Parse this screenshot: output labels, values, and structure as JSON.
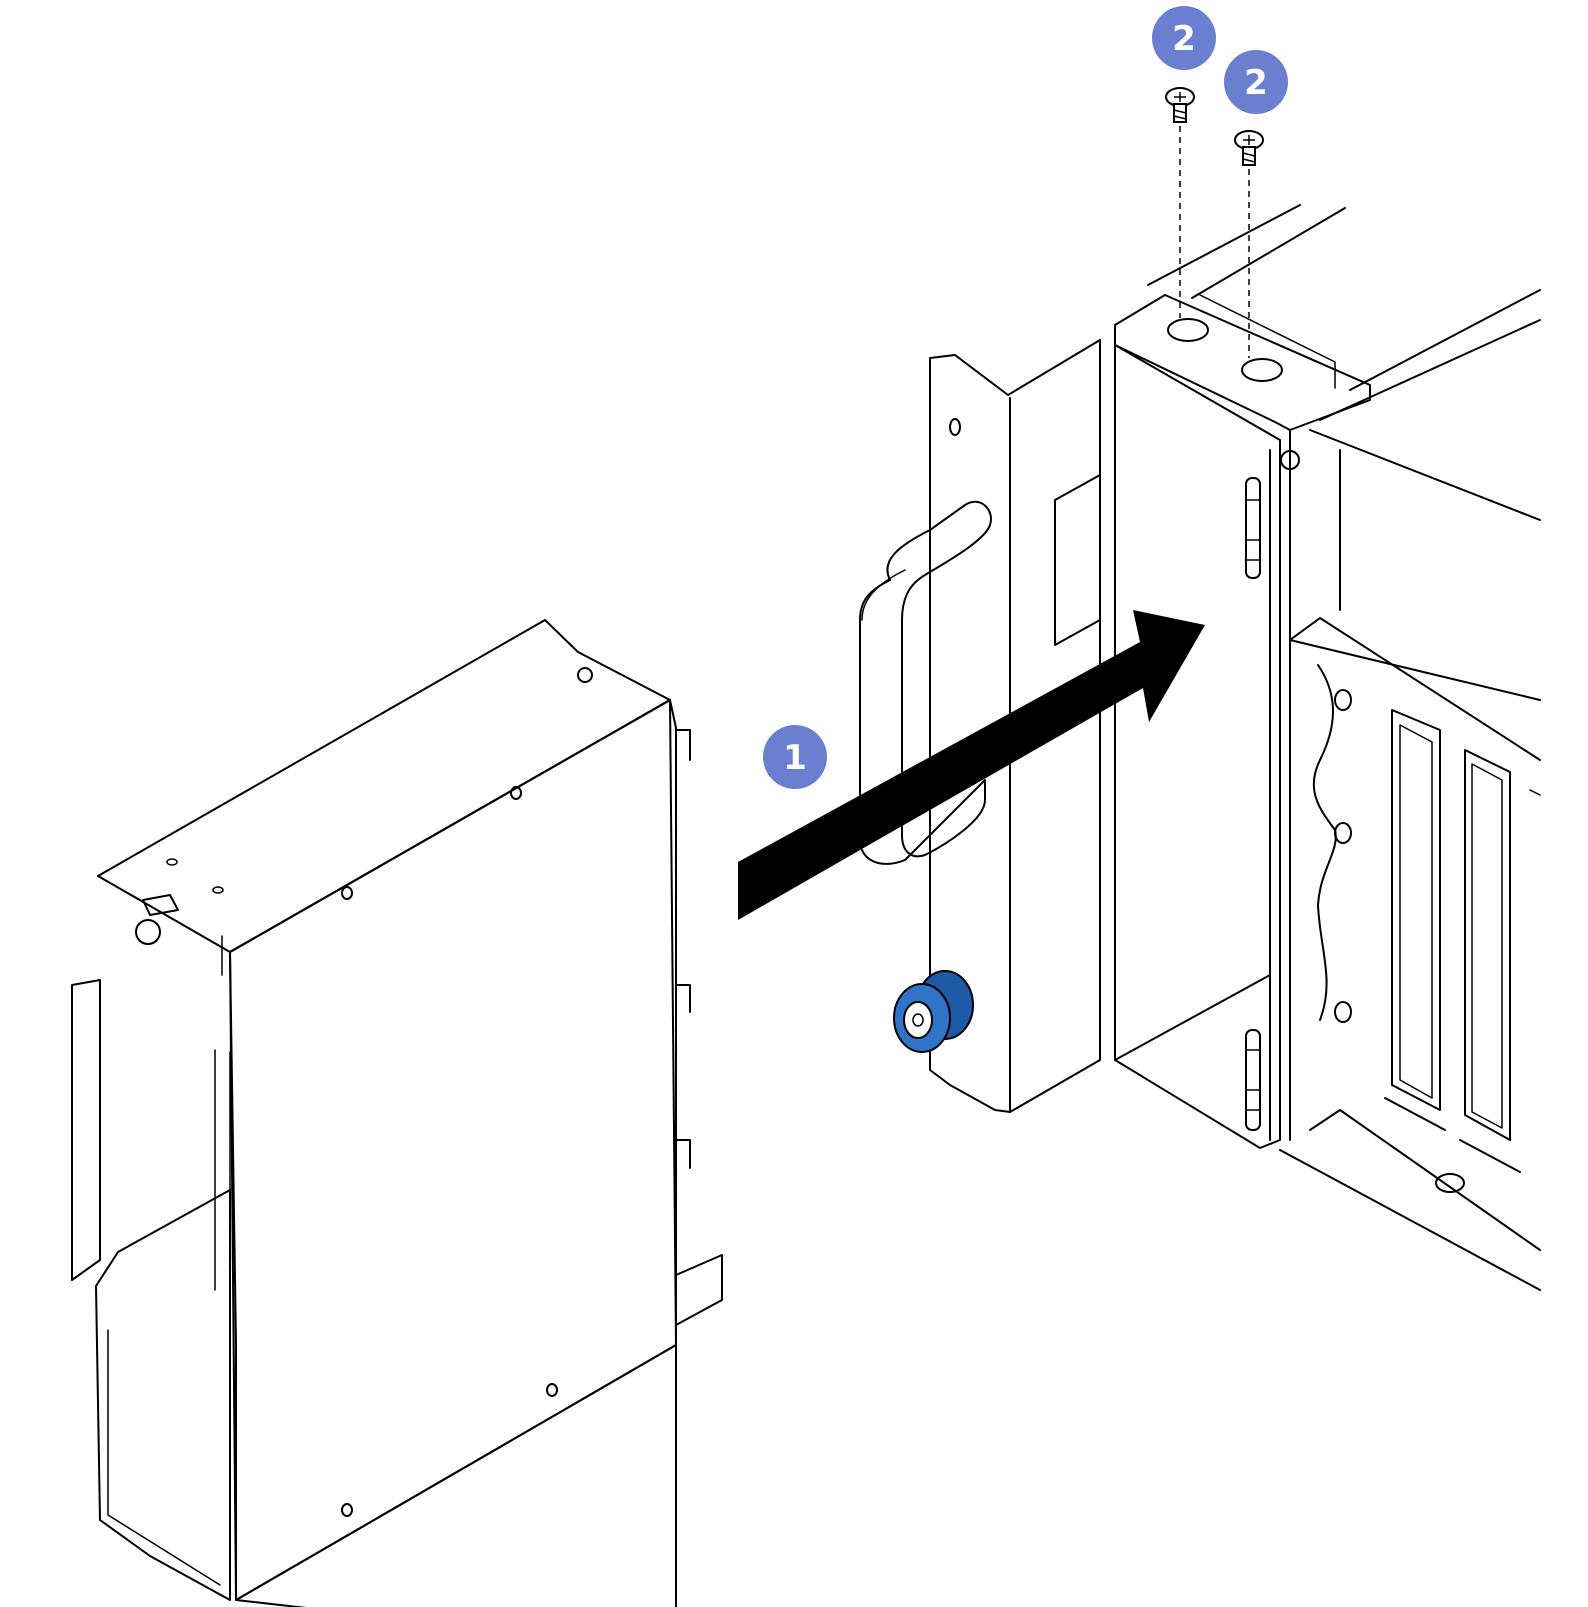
{
  "callouts": [
    {
      "label": "1"
    },
    {
      "label": "2"
    },
    {
      "label": "2"
    }
  ],
  "colors": {
    "callout_fill": "#6a7fd0",
    "module_fill": "#dcdcdc",
    "thumbscrew_blue": "#2f74c6",
    "arrow": "#000000",
    "line": "#000000"
  },
  "icons": {
    "arrow": "insert-direction-arrow",
    "screw": "phillips-screw-icon",
    "thumbscrew": "blue-thumbscrew-icon"
  }
}
